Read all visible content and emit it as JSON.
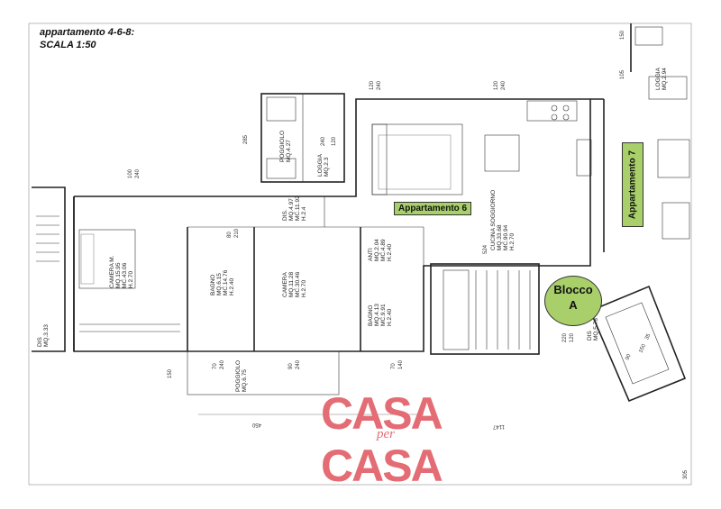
{
  "header": {
    "line1": "appartamento 4-6-8:",
    "line2": "SCALA 1:50"
  },
  "rooms": {
    "dis_left": [
      "DIS",
      "MQ.3.33"
    ],
    "camera_m": [
      "CAMERA M.",
      "MQ.15.95",
      "MC.43.06",
      "H.2.70"
    ],
    "bagno1": [
      "BAGNO",
      "MQ.6.15",
      "MC.14.76",
      "H.2.40"
    ],
    "camera": [
      "CAMERA",
      "MQ.11.28",
      "MC.30.46",
      "H.2.70"
    ],
    "dis_mid": [
      "DIS.",
      "MQ.4.97",
      "MC.11.92",
      "H.2.4"
    ],
    "anti": [
      "ANTI",
      "MQ.2.04",
      "MC.4.89",
      "H.2.40"
    ],
    "bagno2": [
      "BAGNO",
      "MQ.4.13",
      "MC.9.91",
      "H.2.40"
    ],
    "poggiolo_top": [
      "POGGIOLO",
      "MQ.4.27"
    ],
    "loggia_top": [
      "LOGGIA",
      "MQ.2.3"
    ],
    "cucina": [
      "CUCINA SOGGIORNO",
      "MQ.33.68",
      "MC.90.94",
      "H.2.70"
    ],
    "poggiolo_bottom": [
      "POGGIOLO",
      "MQ.6.75"
    ],
    "dis_right": [
      "DIS",
      "MQ.5.76"
    ],
    "loggia_right": [
      "LOGGIA",
      "MQ.2.94"
    ]
  },
  "dimensions": {
    "d100_240": [
      "100",
      "240"
    ],
    "d285": "285",
    "d120_240a": [
      "120",
      "240"
    ],
    "d120_240b": [
      "120",
      "240"
    ],
    "d150_top": "150",
    "d150_left": "150",
    "d450": "450",
    "d1147": "1147",
    "d105": "105",
    "d80_210": [
      "80",
      "210"
    ],
    "d70_240": [
      "70",
      "240"
    ],
    "d90_240": [
      "90",
      "240"
    ],
    "d70_140": [
      "70",
      "140"
    ],
    "d240": "240",
    "d120": "120",
    "d220_120": [
      "220",
      "120"
    ],
    "d524": "524",
    "d150_35": [
      "150",
      "35"
    ],
    "d305": "305",
    "d90": "90"
  },
  "labels": {
    "apt6": "Appartamento 6",
    "apt7": "Appartamento 7",
    "blocco_line1": "Blocco",
    "blocco_line2": "A"
  },
  "logo": {
    "word1": "CASA",
    "word2": "per",
    "word3": "CASA"
  },
  "colors": {
    "badge": "#a8cf6a",
    "logo": "#e46c74"
  }
}
